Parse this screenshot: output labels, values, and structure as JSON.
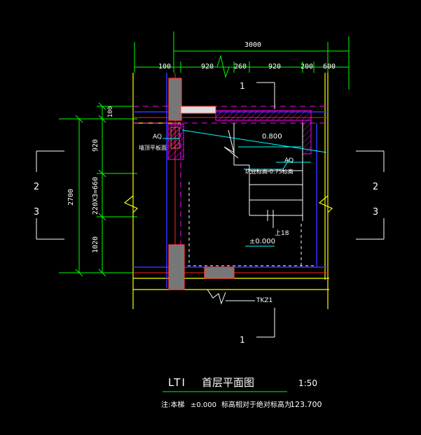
{
  "drawing": {
    "top_dim": {
      "total": "3000",
      "segments": [
        "100",
        "920",
        "260",
        "920",
        "200",
        "600"
      ]
    },
    "left_dim": {
      "total": "2700",
      "segments": [
        "100",
        "920",
        "220X3=660",
        "1020"
      ]
    },
    "section_marks": {
      "top": "1",
      "bottom": "1",
      "left_upper": "2",
      "left_lower": "3",
      "right_upper": "2",
      "right_lower": "3"
    },
    "labels": {
      "aq_left": "AQ",
      "wall_note": "墙顶平板面",
      "landing_elev": "0.800",
      "pit_note": "坑底标高-0.75标高",
      "aq_right": "AQ",
      "up_label": "上18",
      "floor_elev": "±0.000",
      "column_tag": "TKZ1"
    },
    "title": {
      "code": "LTI",
      "name": "首层平面图",
      "scale": "1:50"
    },
    "note": {
      "prefix": "注:本梯",
      "elev": "±0.000",
      "text": "标高相对于绝对标高为",
      "value": "123.700"
    },
    "colors": {
      "dim": "#00ff00",
      "wall": "#ffff00",
      "grid": "#ffffff",
      "blue": "#3333ff",
      "magenta": "#ff00ff",
      "red": "#ff2020",
      "cyan": "#00ffff",
      "column_fill": "#777777",
      "column_edge": "#ff4040"
    }
  }
}
